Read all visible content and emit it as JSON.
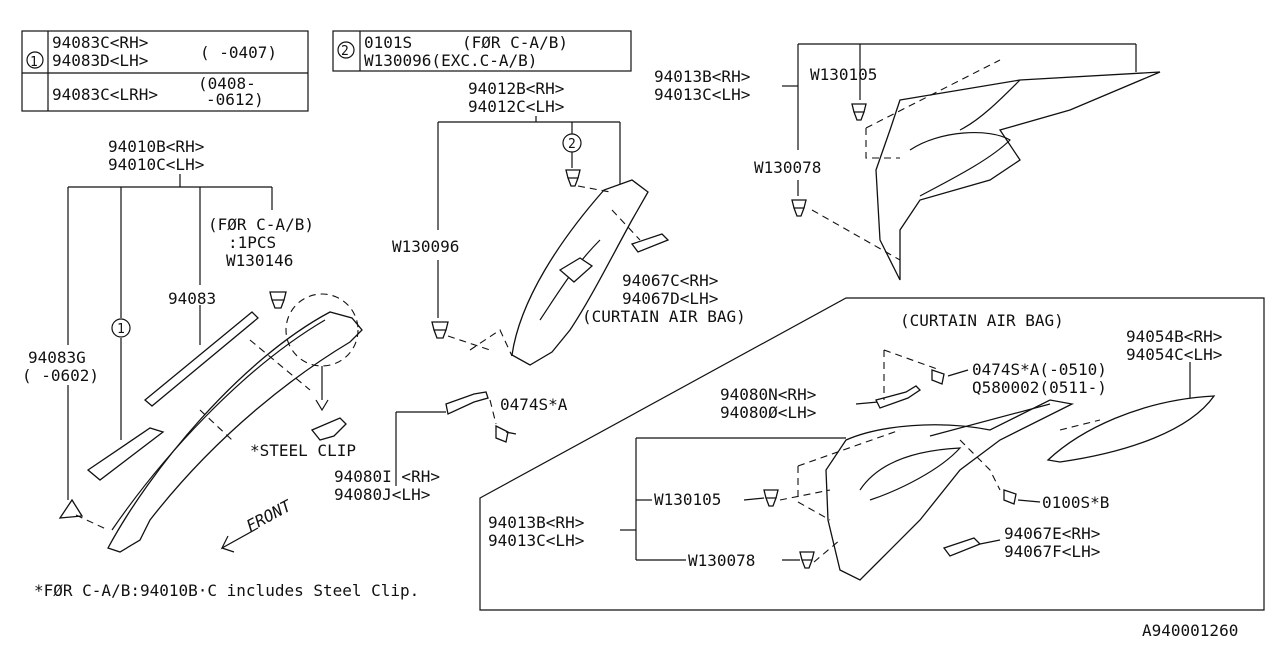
{
  "figure_id": "A940001260",
  "legend1": {
    "marker": "1",
    "row1_line1": "94083C<RH>",
    "row1_line2": "94083D<LH>",
    "row1_range": "( -0407)",
    "row2_text": "94083C<LRH>",
    "row2_range_line1": "(0408-",
    "row2_range_line2": "-0612)"
  },
  "legend2": {
    "marker": "2",
    "line1_part": "0101S",
    "line1_cond": "(FØR C-A/B)",
    "line2": "W130096(EXC.C-A/B)"
  },
  "left_group": {
    "title_line1": "94010B<RH>",
    "title_line2": "94010C<LH>",
    "cond_line1": "(FØR C-A/B)",
    "cond_line2": ":1PCS",
    "clip_part": "W130146",
    "part_94083": "94083",
    "marker": "1",
    "part_g_line1": "94083G",
    "part_g_line2": "( -0602)",
    "steel_clip": "*STEEL CLIP",
    "front": "FRONT",
    "footnote": "*FØR C-A/B:94010B·C includes Steel Clip."
  },
  "middle_group": {
    "title_line1": "94012B<RH>",
    "title_line2": "94012C<LH>",
    "marker": "2",
    "clip": "W130096",
    "cover_line1": "94067C<RH>",
    "cover_line2": "94067D<LH>",
    "curtain": "(CURTAIN AIR BAG)",
    "bolt": "0474S*A",
    "bracket_line1": "94080I <RH>",
    "bracket_line2": "94080J<LH>"
  },
  "top_right_group": {
    "title_line1": "94013B<RH>",
    "title_line2": "94013C<LH>",
    "clip1": "W130105",
    "clip2": "W130078"
  },
  "curtain_group": {
    "heading": "(CURTAIN AIR BAG)",
    "bolt_line1": "0474S*A(-0510)",
    "bolt_line2": "Q580002(0511-)",
    "bracket_line1": "94080N<RH>",
    "bracket_line2": "94080Ø<LH>",
    "panel_line1": "94054B<RH>",
    "panel_line2": "94054C<LH>",
    "trim_line1": "94013B<RH>",
    "trim_line2": "94013C<LH>",
    "clip1": "W130105",
    "clip2": "W130078",
    "bolt2": "0100S*B",
    "cover_line1": "94067E<RH>",
    "cover_line2": "94067F<LH>"
  }
}
